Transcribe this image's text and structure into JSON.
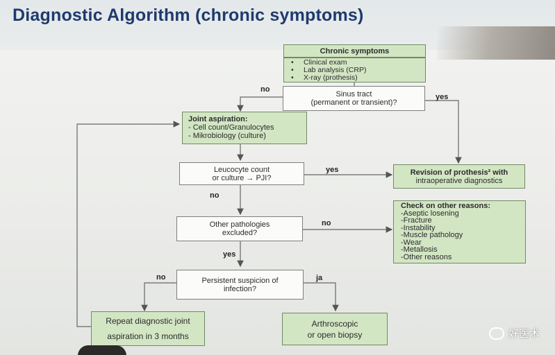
{
  "title": "Diagnostic Algorithm (chronic symptoms)",
  "nodes": {
    "chronic": {
      "title": "Chronic symptoms",
      "items": [
        "Clinical exam",
        "Lab analysis  (CRP)",
        "X-ray (prothesis)"
      ]
    },
    "sinus": {
      "line1": "Sinus tract",
      "line2": "(permanent or transient)?"
    },
    "joint": {
      "title": "Joint aspiration:",
      "items": [
        "- Cell count/Granulocytes",
        "- Mikrobiology (culture)"
      ]
    },
    "leucocyte": {
      "line1": "Leucocyte count",
      "line2": "or culture → PJI?"
    },
    "revision": {
      "line1": "Revision of prothesis² with",
      "line2": "intraoperative diagnostics"
    },
    "other": {
      "line1": "Other pathologies",
      "line2": "excluded?"
    },
    "check": {
      "title": "Check on other reasons:",
      "items": [
        "-Aseptic losening",
        "-Fracture",
        "-Instability",
        "-Muscle pathology",
        "-Wear",
        "-Metallosis",
        "-Other reasons"
      ]
    },
    "persistent": {
      "line1": "Persistent suspicion of",
      "line2": "infection?"
    },
    "repeat": {
      "line1": "Repeat diagnostic joint",
      "line2": "aspiration in 3 months"
    },
    "arthroscopic": {
      "line1": "Arthroscopic",
      "line2": "or open biopsy"
    }
  },
  "labels": {
    "sinus_no": "no",
    "sinus_yes": "yes",
    "leucocyte_yes": "yes",
    "leucocyte_no": "no",
    "other_no": "no",
    "other_yes": "yes",
    "persistent_no": "no",
    "persistent_ja": "ja"
  },
  "watermark": "好医术",
  "colors": {
    "title": "#1f3a6e",
    "green_fill": "#d3e6c4",
    "box_border": "#7c7f7a",
    "arrow": "#666666"
  }
}
